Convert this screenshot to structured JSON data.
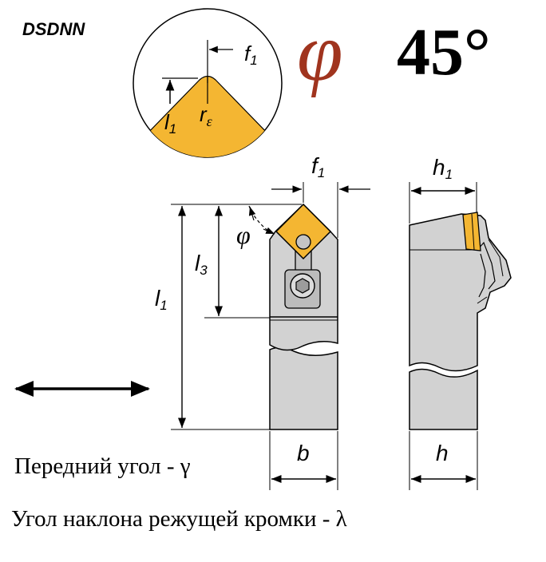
{
  "tool_code": "DSDNN",
  "approach_angle": {
    "symbol": "φ",
    "value": "45°"
  },
  "detail": {
    "f1": {
      "letter": "f",
      "sub": "1"
    },
    "l1": {
      "letter": "l",
      "sub": "1"
    },
    "r": {
      "letter": "r",
      "sub": "ε"
    }
  },
  "front_view": {
    "f1": {
      "letter": "f",
      "sub": "1"
    },
    "phi": "φ",
    "l3": {
      "letter": "l",
      "sub": "3"
    },
    "l1": {
      "letter": "l",
      "sub": "1"
    },
    "b": "b"
  },
  "side_view": {
    "h1": {
      "letter": "h",
      "sub": "1"
    },
    "h": "h"
  },
  "notes": {
    "rake_angle": "Передний угол - γ",
    "inclination_angle": "Угол наклона режущей кромки - λ"
  },
  "colors": {
    "insert": "#f4b632",
    "holder": "#d2d2d2",
    "phi_accent": "#a0341e"
  }
}
